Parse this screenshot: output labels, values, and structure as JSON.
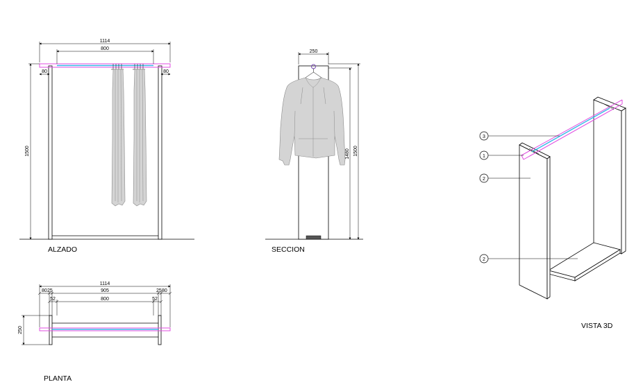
{
  "views": {
    "alzado": {
      "label": "ALZADO",
      "dims": {
        "overall_width": "1114",
        "rail_width": "800",
        "left_offset": "80",
        "right_offset": "80",
        "height": "1500"
      }
    },
    "seccion": {
      "label": "SECCION",
      "dims": {
        "depth": "250",
        "inner_height": "1480",
        "height": "1500"
      }
    },
    "planta": {
      "label": "PLANTA",
      "dims": {
        "overall_width": "1114",
        "seg_80_left": "80",
        "seg_25_left": "25",
        "middle": "905",
        "seg_25_right": "25",
        "seg_80_right": "80",
        "left_52": "52",
        "center_800": "800",
        "right_52": "52",
        "depth": "250"
      }
    },
    "vista3d": {
      "label": "VISTA 3D",
      "callouts": [
        "3",
        "1",
        "2",
        "2"
      ]
    }
  },
  "colors": {
    "rail_pink": "#e04de0",
    "rail_cyan": "#38b8e8",
    "garment_fill": "#d4d4d4"
  }
}
